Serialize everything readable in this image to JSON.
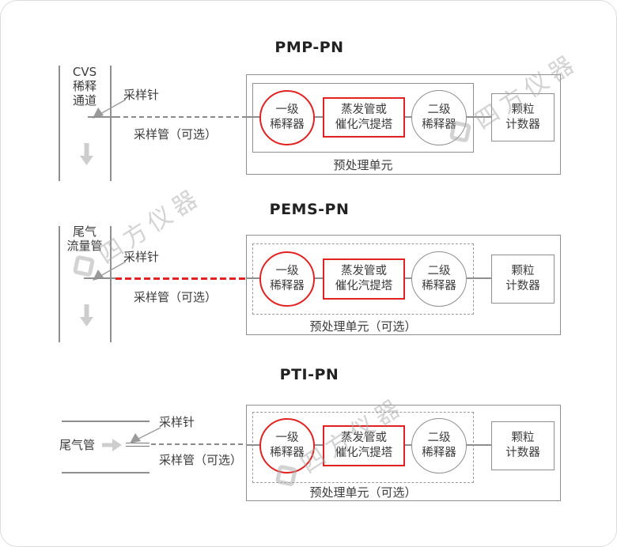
{
  "colors": {
    "red_accent": "#e02222",
    "line_gray": "#8a8a8a",
    "light_arrow_gray": "#cdcdcd",
    "watermark_gray": "#a8a8a8",
    "text": "#3b3b3b"
  },
  "watermark": {
    "text": "四方仪器"
  },
  "sections": [
    {
      "title": "PMP-PN",
      "source_label_lines": [
        "CVS",
        "稀释",
        "通道"
      ],
      "probe_label": "采样针",
      "tube_label": "采样管（可选）",
      "pretreatment_label": "预处理单元",
      "components": {
        "primary_diluter": {
          "line1": "一级",
          "line2": "稀释器"
        },
        "evaporation": {
          "line1": "蒸发管或",
          "line2": "催化汽提塔"
        },
        "secondary_diluter": {
          "line1": "二级",
          "line2": "稀释器"
        },
        "particle_counter": {
          "line1": "颗粒",
          "line2": "计数器"
        }
      }
    },
    {
      "title": "PEMS-PN",
      "source_label_lines": [
        "尾气",
        "流量管"
      ],
      "probe_label": "采样针",
      "tube_label": "采样管（可选）",
      "pretreatment_label": "预处理单元（可选）",
      "components": {
        "primary_diluter": {
          "line1": "一级",
          "line2": "稀释器"
        },
        "evaporation": {
          "line1": "蒸发管或",
          "line2": "催化汽提塔"
        },
        "secondary_diluter": {
          "line1": "二级",
          "line2": "稀释器"
        },
        "particle_counter": {
          "line1": "颗粒",
          "line2": "计数器"
        }
      }
    },
    {
      "title": "PTI-PN",
      "source_label": "尾气管",
      "probe_label": "采样针",
      "tube_label": "采样管（可选）",
      "pretreatment_label": "预处理单元（可选）",
      "components": {
        "primary_diluter": {
          "line1": "一级",
          "line2": "稀释器"
        },
        "evaporation": {
          "line1": "蒸发管或",
          "line2": "催化汽提塔"
        },
        "secondary_diluter": {
          "line1": "二级",
          "line2": "稀释器"
        },
        "particle_counter": {
          "line1": "颗粒",
          "line2": "计数器"
        }
      }
    }
  ]
}
